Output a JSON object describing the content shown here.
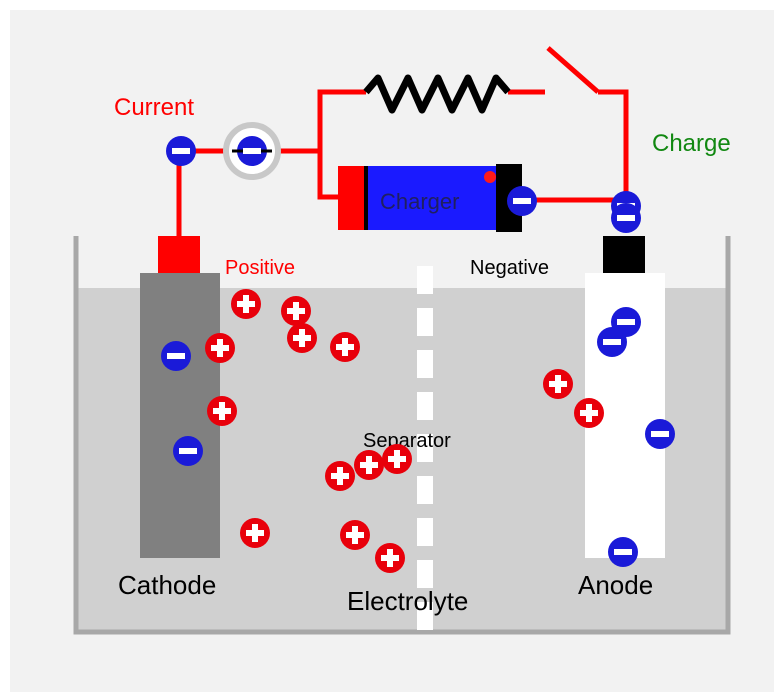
{
  "labels": {
    "current": "Current",
    "charge": "Charge",
    "charger": "Charger",
    "positive": "Positive",
    "negative": "Negative",
    "separator": "Separator",
    "cathode": "Cathode",
    "anode": "Anode",
    "electrolyte": "Electrolyte"
  },
  "colors": {
    "wire": "#ff0000",
    "current_text": "#ff0000",
    "charge_text": "#118811",
    "positive_text": "#ff0000",
    "ion_positive": "#e8000b",
    "ion_negative": "#1a1ad8",
    "charger_body": "#1a1aff",
    "electrolyte": "#d0d0d0",
    "cathode": "#808080",
    "anode": "#ffffff",
    "tank_border": "#a8a8a8",
    "background": "#f2f2f2"
  },
  "icons": {
    "positive_ion": "plus-circle-icon",
    "negative_ion": "minus-circle-icon",
    "ammeter": "ammeter-icon",
    "resistor": "resistor-icon",
    "switch": "switch-icon"
  }
}
